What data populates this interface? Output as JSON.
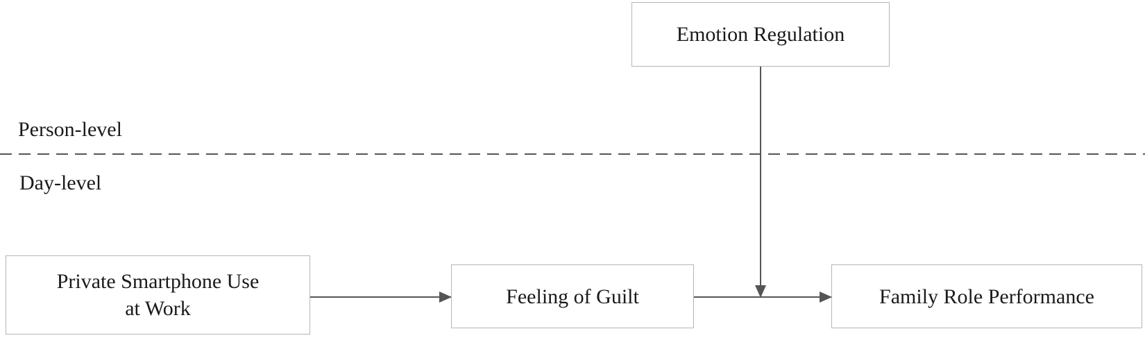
{
  "levels": {
    "person": "Person-level",
    "day": "Day-level"
  },
  "nodes": {
    "moderator": {
      "label": "Emotion Regulation"
    },
    "predictor": {
      "line1": "Private Smartphone Use",
      "line2": "at Work"
    },
    "mediator": {
      "label": "Feeling of Guilt"
    },
    "outcome": {
      "label": "Family Role Performance"
    }
  },
  "colors": {
    "line": "#555555",
    "box_border": "#b5b5b5",
    "text": "#1a1a1a"
  }
}
